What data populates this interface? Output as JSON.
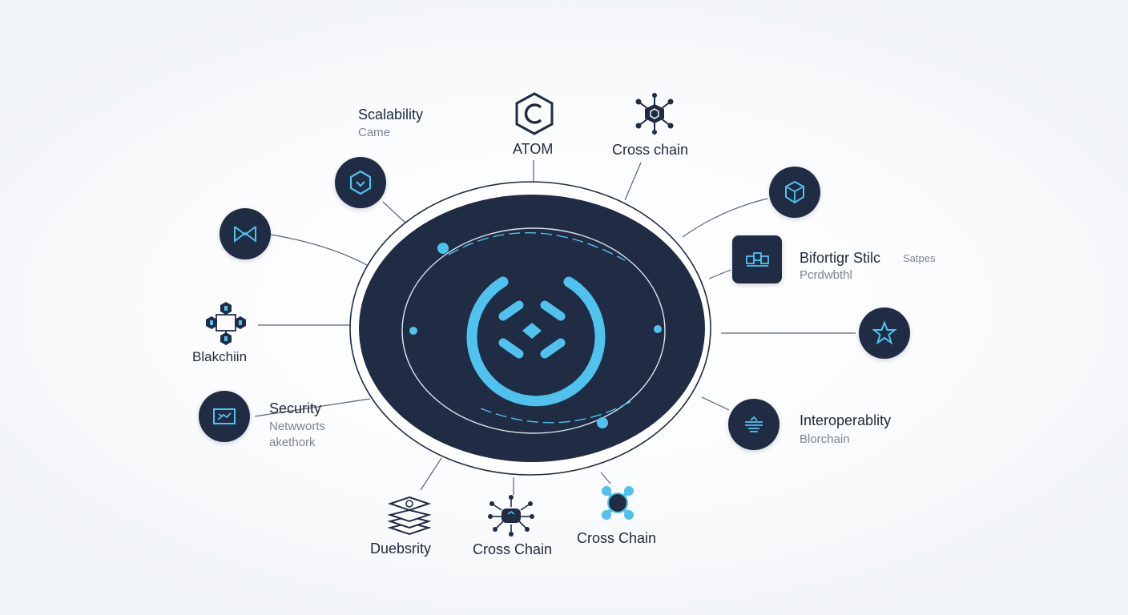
{
  "labels": {
    "scalability": "Scalability",
    "scalability_sub": "Came",
    "atom": "ATOM",
    "cross_chain_top": "Cross chain",
    "bifortig": "Bifortigr",
    "bifortig_b": "Stilc",
    "bifortig_c": "Satpes",
    "bifortig_sub": "Pcrdwbthl",
    "blockchain_left": "Blakchiin",
    "security": "Security",
    "security_sub1": "Netwworts",
    "security_sub2": "akethork",
    "interoperability": "Interoperablity",
    "interoperability_sub": "Blorchain",
    "duebsrity": "Duebsrity",
    "cross_chain_bottom": "Cross Chain",
    "cross_chain_bottom_right": "Cross Chain"
  },
  "icons": {
    "center": "cosmos-logo-icon",
    "atom": "hexagon-c-icon",
    "cross_chain_top": "network-hexagon-icon",
    "upper_left": "hexagon-check-icon",
    "left": "bowtie-icon",
    "right_top": "cube-icon",
    "right_mid": "circuit-blocks-icon",
    "right_star": "star-icon",
    "right_lower": "layers-icon",
    "security": "screen-plane-icon",
    "blockchain": "block-network-icon",
    "duebsrity": "stacked-layers-icon",
    "cross_chain_bottom": "chip-network-icon",
    "cross_chain_bottom_right": "satellite-node-icon"
  },
  "colors": {
    "node": "#1f2c44",
    "accent": "#4fc3ee",
    "text": "#1e2a3c",
    "subtext": "#7c8590",
    "line": "#5a6472"
  }
}
